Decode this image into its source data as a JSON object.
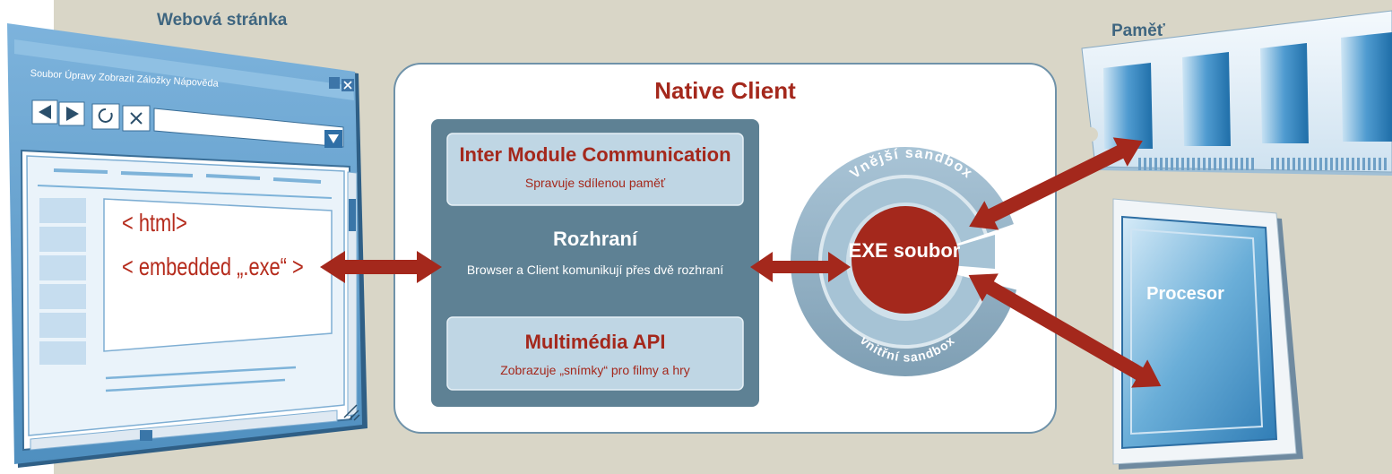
{
  "browser": {
    "title": "Webová stránka",
    "menu": "Soubor Úpravy  Zobrazit  Záložky Nápověda",
    "code_line1": "< html>",
    "code_line2": "< embedded „.exe“ >"
  },
  "native_client": {
    "title": "Native Client",
    "imc_title": "Inter Module Communication",
    "imc_sub": "Spravuje sdílenou paměť",
    "interface_title": "Rozhraní",
    "interface_sub": "Browser a Client komunikují přes dvě rozhraní",
    "mm_title": "Multimédia API",
    "mm_sub": "Zobrazuje „snímky“ pro filmy a hry",
    "outer_sandbox": "Vnější sandbox",
    "inner_sandbox": "vnitřní sandbox",
    "exe": "EXE soubor"
  },
  "memory": {
    "title": "Paměť"
  },
  "cpu": {
    "title": "Procesor"
  },
  "colors": {
    "accent_red": "#a4281c",
    "arrow": "#a4281c",
    "panel_bg": "#d9d6c7",
    "interface_box": "#5e8194",
    "browser_blue": "#5b9ac8"
  }
}
